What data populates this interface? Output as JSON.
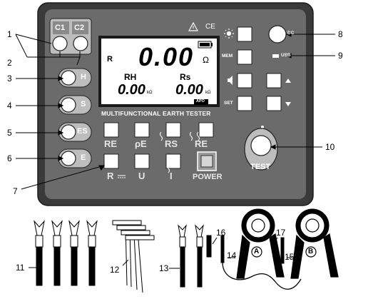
{
  "device": {
    "title": "MULTIFUNCTIONAL EARTH TESTER",
    "ce_mark": "CE",
    "warning_icon": "warning-triangle-icon",
    "left_terminals": [
      "C1",
      "C2"
    ],
    "left_buttons": [
      "H",
      "S",
      "ES",
      "E"
    ],
    "right_buttons": {
      "backlight_icon": "sun-icon",
      "mem": "MEM",
      "beep_icon": "speaker-icon",
      "set": "SET",
      "dc": "DC",
      "usb": "USB",
      "up_icon": "triangle-up-icon",
      "down_icon": "triangle-down-icon"
    },
    "function_row1": [
      "RE",
      "ρE",
      "RS",
      "RE"
    ],
    "function_row2": [
      "R",
      "U",
      "I",
      "POWER"
    ],
    "test_button": "TEST"
  },
  "lcd": {
    "mode": "R",
    "main_value": "0.00",
    "main_unit": "Ω",
    "rh_label": "RH",
    "rs_label": "Rs",
    "rh_value": "0.00",
    "rs_value": "0.00",
    "sub_unit": "kΩ",
    "apo": "APO"
  },
  "callouts": [
    "1",
    "2",
    "3",
    "4",
    "5",
    "6",
    "7",
    "8",
    "9",
    "10",
    "11",
    "12",
    "13",
    "14",
    "15",
    "16",
    "17"
  ],
  "clamp_labels": [
    "A",
    "B"
  ]
}
